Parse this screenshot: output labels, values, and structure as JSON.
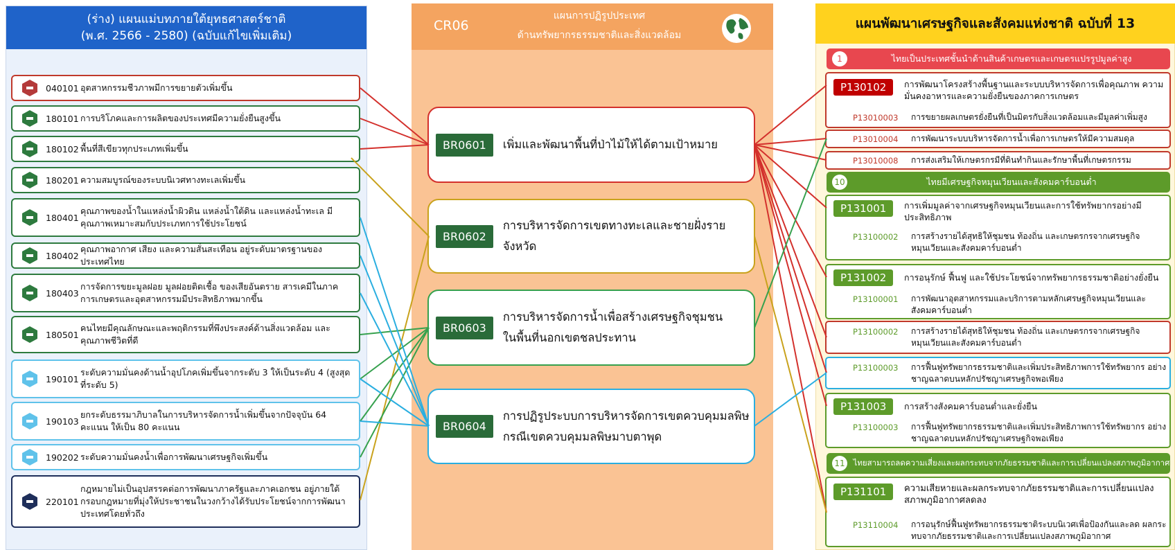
{
  "left": {
    "header_line1": "(ร่าง) แผนแม่บทภายใต้ยุทธศาสตร์ชาติ",
    "header_line2": "(พ.ศ. 2566 - 2580) (ฉบับแก้ไขเพิ่มเติม)",
    "items": [
      {
        "code": "040101",
        "text": "อุตสาหกรรมชีวภาพมีการขยายตัวเพิ่มขึ้น",
        "badge_color": "#b43a3a"
      },
      {
        "code": "180101",
        "text": "การบริโภคและการผลิตของประเทศมีความยั่งยืนสูงขึ้น",
        "badge_color": "#2d7a3e"
      },
      {
        "code": "180102",
        "text": "พื้นที่สีเขียวทุกประเภทเพิ่มขึ้น",
        "badge_color": "#2d7a3e"
      },
      {
        "code": "180201",
        "text": "ความสมบูรณ์ของระบบนิเวศทางทะเลเพิ่มขึ้น",
        "badge_color": "#2d7a3e"
      },
      {
        "code": "180401",
        "text": "คุณภาพของน้ำในแหล่งน้ำผิวดิน แหล่งน้ำใต้ดิน และแหล่งน้ำทะเล มีคุณภาพเหมาะสมกับประเภทการใช้ประโยชน์",
        "badge_color": "#2d7a3e"
      },
      {
        "code": "180402",
        "text": "คุณภาพอากาศ เสียง และความสั่นสะเทือน อยู่ระดับมาตรฐานของประเทศไทย",
        "badge_color": "#2d7a3e"
      },
      {
        "code": "180403",
        "text": "การจัดการขยะมูลฝอย มูลฝอยติดเชื้อ ของเสียอันตราย สารเคมีในภาค การเกษตรและอุตสาหกรรมมีประสิทธิภาพมากขึ้น",
        "badge_color": "#2d7a3e"
      },
      {
        "code": "180501",
        "text": "คนไทยมีคุณลักษณะและพฤติกรรมที่พึงประสงค์ด้านสิ่งแวดล้อม และคุณภาพชีวิตที่ดี",
        "badge_color": "#2d7a3e"
      },
      {
        "code": "190101",
        "text": "ระดับความมั่นคงด้านน้ำอุปโภคเพิ่มขึ้นจากระดับ 3 ให้เป็นระดับ 4 (สูงสุดที่ระดับ 5)",
        "badge_color": "#5fc2ea"
      },
      {
        "code": "190103",
        "text": "ยกระดับธรรมาภิบาลในการบริหารจัดการน้ำเพิ่มขึ้นจากปัจจุบัน 64 คะแนน ให้เป็น 80 คะแนน",
        "badge_color": "#5fc2ea"
      },
      {
        "code": "190202",
        "text": "ระดับความมั่นคงน้ำเพื่อการพัฒนาเศรษฐกิจเพิ่มขึ้น",
        "badge_color": "#5fc2ea"
      },
      {
        "code": "220101",
        "text": "กฎหมายไม่เป็นอุปสรรคต่อการพัฒนาภาครัฐและภาคเอกชน อยู่ภายใต้ กรอบกฎหมายที่มุ่งให้ประชาชนในวงกว้างได้รับประโยชน์จากการพัฒนา ประเทศโดยทั่วถึง",
        "badge_color": "#1e2e5a"
      }
    ]
  },
  "middle": {
    "code": "CR06",
    "title_line1": "แผนการปฏิรูปประเทศ",
    "title_line2": "ด้านทรัพยากรธรรมชาติและสิ่งแวดล้อม",
    "items": [
      {
        "code": "BR0601",
        "text1": "เพิ่มและพัฒนาพื้นที่ป่าไม้ให้ได้ตามเป้าหมาย",
        "text2": ""
      },
      {
        "code": "BR0602",
        "text1": "การบริหารจัดการเขตทางทะเลและชายฝั่งรายจังหวัด",
        "text2": ""
      },
      {
        "code": "BR0603",
        "text1": "การบริหารจัดการน้ำเพื่อสร้างเศรษฐกิจชุมชน",
        "text2": "ในพื้นที่นอกเขตชลประทาน"
      },
      {
        "code": "BR0604",
        "text1": "การปฏิรูประบบการบริหารจัดการเขตควบคุมมลพิษ",
        "text2": "กรณีเขตควบคุมมลพิษมาบตาพุด"
      }
    ]
  },
  "right": {
    "header": "แผนพัฒนาเศรษฐกิจและสังคมแห่งชาติ ฉบับที่ 13",
    "sections": [
      {
        "num": "1",
        "text": "ไทยเป็นประเทศชั้นนำด้านสินค้าเกษตรและเกษตรแปรรูปมูลค่าสูง",
        "color": "#e8474f"
      },
      {
        "num": "10",
        "text": "ไทยมีเศรษฐกิจหมุนเวียนและสังคมคาร์บอนต่ำ",
        "color": "#5d9b2a"
      },
      {
        "num": "11",
        "text": "ไทยสามารถลดความเสี่ยงและผลกระทบจากภัยธรรมชาติและการเปลี่ยนแปลงสภาพภูมิอากาศ",
        "color": "#5d9b2a"
      }
    ],
    "p130102": {
      "code": "P130102",
      "text": "การพัฒนาโครงสร้างพื้นฐานและระบบบริหารจัดการเพื่อคุณภาพ ความมั่นคงอาหารและความยั่งยืนของภาคการเกษตร"
    },
    "s13010003": {
      "code": "P13010003",
      "text": "การขยายผลเกษตรยั่งยืนที่เป็นมิตรกับสิ่งแวดล้อมและมีมูลค่าเพิ่มสูง"
    },
    "s13010004": {
      "code": "P13010004",
      "text": "การพัฒนาระบบบริหารจัดการน้ำเพื่อการเกษตรให้มีความสมดุล"
    },
    "s13010008": {
      "code": "P13010008",
      "text": "การส่งเสริมให้เกษตรกรมีที่ดินทำกินและรักษาพื้นที่เกษตรกรรม"
    },
    "p131001": {
      "code": "P131001",
      "text": "การเพิ่มมูลค่าจากเศรษฐกิจหมุนเวียนและการใช้ทรัพยากรอย่างมี ประสิทธิภาพ"
    },
    "s13100002a": {
      "code": "P13100002",
      "text": "การสร้างรายได้สุทธิให้ชุมชน ท้องถิ่น และเกษตรกรจากเศรษฐกิจ หมุนเวียนและสังคมคาร์บอนต่ำ"
    },
    "p131002": {
      "code": "P131002",
      "text": "การอนุรักษ์ ฟื้นฟู และใช้ประโยชน์จากทรัพยากรธรรมชาติอย่างยั่งยืน"
    },
    "s13100001": {
      "code": "P13100001",
      "text": "การพัฒนาอุตสาหกรรมและบริการตามหลักเศรษฐกิจหมุนเวียนและ สังคมคาร์บอนต่ำ"
    },
    "s13100002b": {
      "code": "P13100002",
      "text": "การสร้างรายได้สุทธิให้ชุมชน ท้องถิ่น และเกษตรกรจากเศรษฐกิจ หมุนเวียนและสังคมคาร์บอนต่ำ"
    },
    "s13100003a": {
      "code": "P13100003",
      "text": "การฟื้นฟูทรัพยากรธรรมชาติและเพิ่มประสิทธิภาพการใช้ทรัพยากร อย่างชาญฉลาดบนหลักปรัชญาเศรษฐกิจพอเพียง"
    },
    "p131003": {
      "code": "P131003",
      "text": "การสร้างสังคมคาร์บอนต่ำและยั่งยืน"
    },
    "s13100003b": {
      "code": "P13100003",
      "text": "การฟื้นฟูทรัพยากรธรรมชาติและเพิ่มประสิทธิภาพการใช้ทรัพยากร อย่างชาญฉลาดบนหลักปรัชญาเศรษฐกิจพอเพียง"
    },
    "p131101": {
      "code": "P131101",
      "text": "ความเสียหายและผลกระทบจากภัยธรรมชาติและการเปลี่ยนแปลง สภาพภูมิอากาศลดลง"
    },
    "s13110004": {
      "code": "P13110004",
      "text": "การอนุรักษ์ฟื้นฟูทรัพยากรธรรมชาติระบบนิเวศเพื่อป้องกันและลด ผลกระทบจากภัยธรรมชาติและการเปลี่ยนแปลงสภาพภูมิอากาศ"
    }
  },
  "colors": {
    "red": "#d3302c",
    "gold": "#c9a21c",
    "green": "#36a14e",
    "sky": "#2aaee0",
    "tag_green": "#2a6b39"
  }
}
